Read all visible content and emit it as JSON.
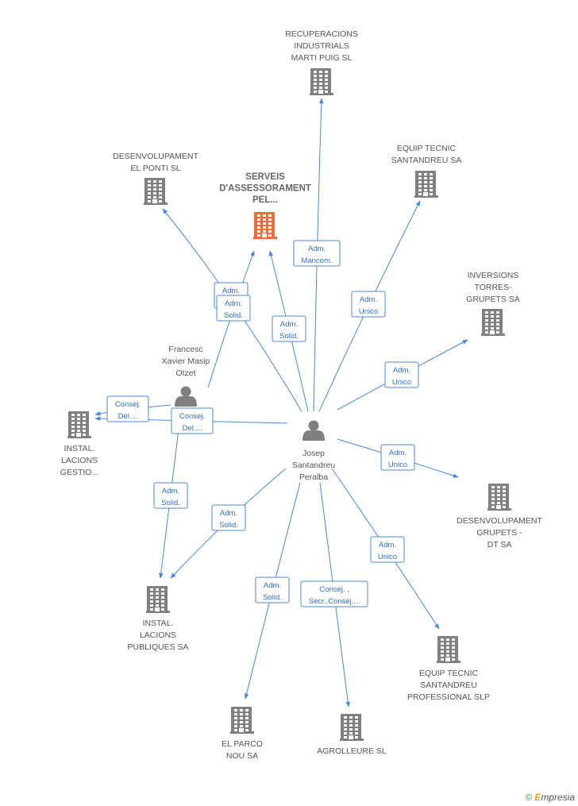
{
  "colors": {
    "company": "#808080",
    "focus_company": "#f26b3a",
    "person": "#7f7f7f",
    "edge": "#4a86d8",
    "label": "#555555"
  },
  "nodes": [
    {
      "id": "recuperacions",
      "type": "company",
      "label": [
        "RECUPERACIONS",
        "INDUSTRIALS",
        "MARTI PUIG SL"
      ]
    },
    {
      "id": "desenvolupament-ponti",
      "type": "company",
      "label": [
        "DESENVOLUPAMENT",
        "EL PONTI SL"
      ]
    },
    {
      "id": "serveis",
      "type": "company",
      "focus": true,
      "label": [
        "SERVEIS",
        "D'ASSESSORAMENT",
        "PEL..."
      ]
    },
    {
      "id": "equip-tecnic",
      "type": "company",
      "label": [
        "EQUIP TECNIC",
        "SANTANDREU SA"
      ]
    },
    {
      "id": "inversions",
      "type": "company",
      "label": [
        "INVERSIONS",
        "TORRES-",
        "GRUPETS SA"
      ]
    },
    {
      "id": "francesc",
      "type": "person",
      "label": [
        "Francesc",
        "Xavier Masip",
        "Otzet"
      ]
    },
    {
      "id": "josep",
      "type": "person",
      "label": [
        "Josep",
        "Santandreu",
        "Peralba"
      ]
    },
    {
      "id": "instal-gestio",
      "type": "company",
      "label": [
        "INSTAL.",
        "LACIONS",
        "GESTIO..."
      ]
    },
    {
      "id": "desenvolupament-grupets",
      "type": "company",
      "label": [
        "DESENVOLUPAMENT",
        "GRUPETS -",
        "DT SA"
      ]
    },
    {
      "id": "instal-publiques",
      "type": "company",
      "label": [
        "INSTAL.",
        "LACIONS",
        "PUBLIQUES SA"
      ]
    },
    {
      "id": "equip-professional",
      "type": "company",
      "label": [
        "EQUIP TECNIC",
        "SANTANDREU",
        "PROFESSIONAL SLP"
      ]
    },
    {
      "id": "el-parco",
      "type": "company",
      "label": [
        "EL PARCO",
        "NOU SA"
      ]
    },
    {
      "id": "agrolleure",
      "type": "company",
      "label": [
        "AGROLLEURE SL"
      ]
    }
  ],
  "edges": [
    {
      "from": "josep",
      "to": "recuperacions",
      "label": [
        "Adm.",
        "Mancom."
      ]
    },
    {
      "from": "josep",
      "to": "desenvolupament-ponti",
      "label": [
        "Adm.",
        "Unico"
      ]
    },
    {
      "from": "josep",
      "to": "serveis",
      "label": [
        "Adm.",
        "Solid."
      ]
    },
    {
      "from": "francesc",
      "to": "serveis",
      "label": [
        "Adm.",
        "Solid."
      ]
    },
    {
      "from": "josep",
      "to": "equip-tecnic",
      "label": [
        "Adm.",
        "Unico"
      ]
    },
    {
      "from": "josep",
      "to": "inversions",
      "label": [
        "Adm.",
        "Unico"
      ]
    },
    {
      "from": "francesc",
      "to": "instal-gestio",
      "label": [
        "Consej.",
        "Del...."
      ]
    },
    {
      "from": "josep",
      "to": "instal-gestio",
      "label": [
        "Consej.",
        "Del...."
      ]
    },
    {
      "from": "josep",
      "to": "desenvolupament-grupets",
      "label": [
        "Adm.",
        "Unico"
      ]
    },
    {
      "from": "francesc",
      "to": "instal-publiques",
      "label": [
        "Adm.",
        "Solid."
      ]
    },
    {
      "from": "josep",
      "to": "instal-publiques",
      "label": [
        "Adm.",
        "Solid."
      ]
    },
    {
      "from": "josep",
      "to": "equip-professional",
      "label": [
        "Adm.",
        "Unico"
      ]
    },
    {
      "from": "josep",
      "to": "el-parco",
      "label": [
        "Adm.",
        "Solid."
      ]
    },
    {
      "from": "josep",
      "to": "agrolleure",
      "label": [
        "Consej. ,",
        "Secr.,Consej...."
      ]
    }
  ],
  "footer": {
    "copyright": "©",
    "brand_initial": "E",
    "brand_rest": "mpresia"
  }
}
